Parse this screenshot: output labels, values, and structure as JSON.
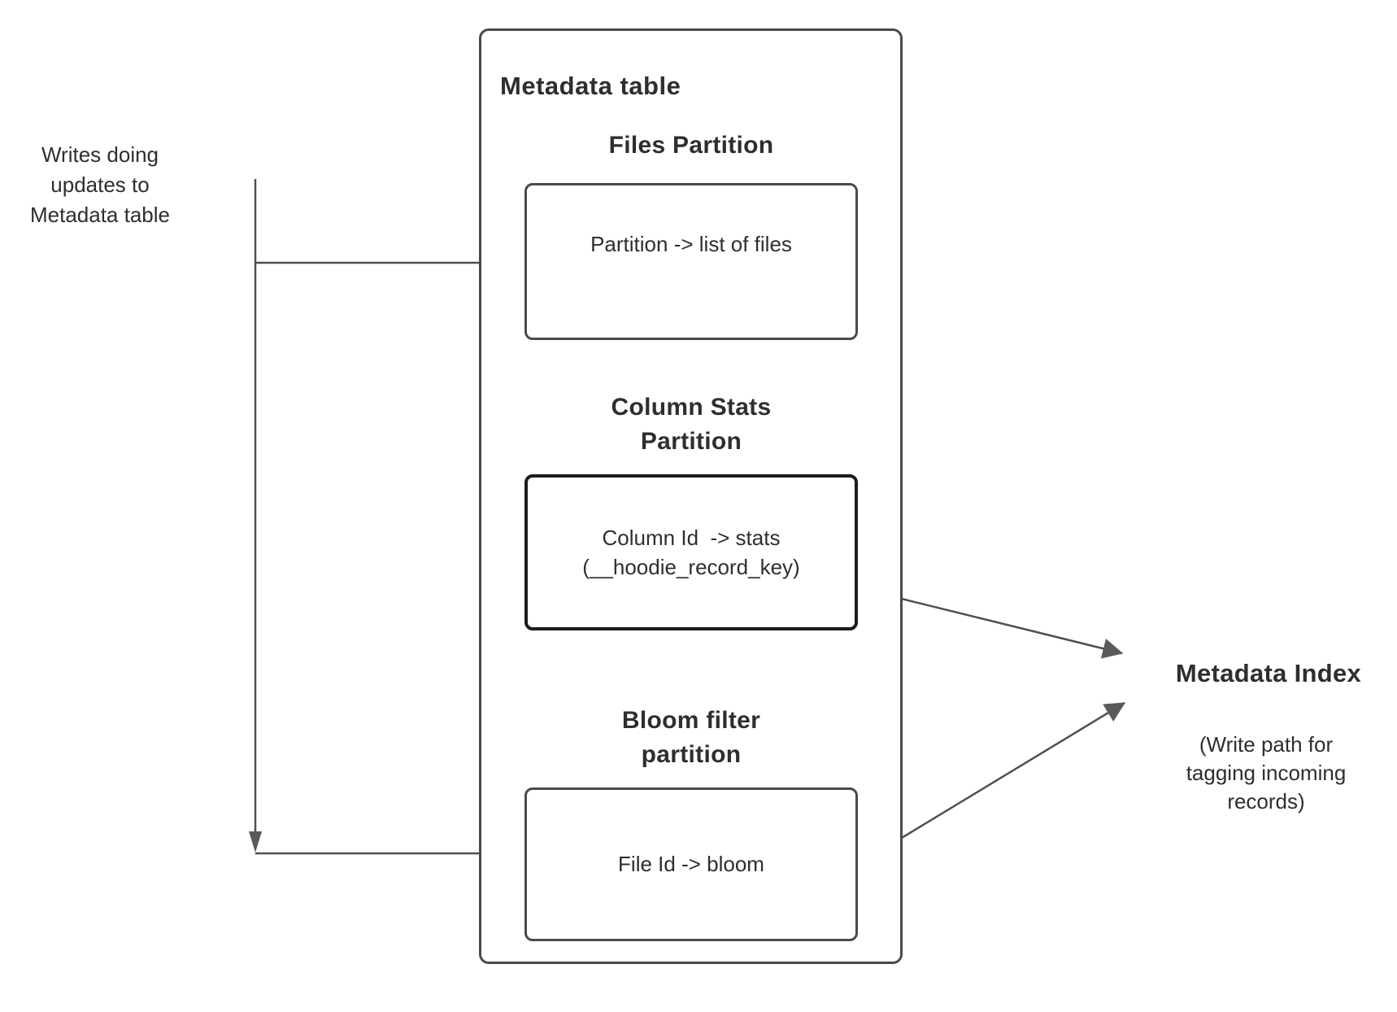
{
  "colors": {
    "background": "#ffffff",
    "box_border": "#4a4a4a",
    "emphasis_border": "#1c1c1c",
    "text": "#2e2e2e",
    "connector": "#4f4f4f",
    "arrowhead": "#5a5a5a"
  },
  "annotations": {
    "writes_label": "Writes doing updates to Metadata table"
  },
  "metadata_table": {
    "title": "Metadata table",
    "partitions": [
      {
        "heading": "Files Partition",
        "content": "Partition -> list of files"
      },
      {
        "heading": "Column Stats Partition",
        "line1": "Column Id  -> stats",
        "line2": "(__hoodie_record_key)"
      },
      {
        "heading": "Bloom filter partition",
        "content": "File Id -> bloom"
      }
    ]
  },
  "metadata_index": {
    "title": "Metadata Index",
    "subtitle": "(Write path for tagging incoming records)"
  }
}
